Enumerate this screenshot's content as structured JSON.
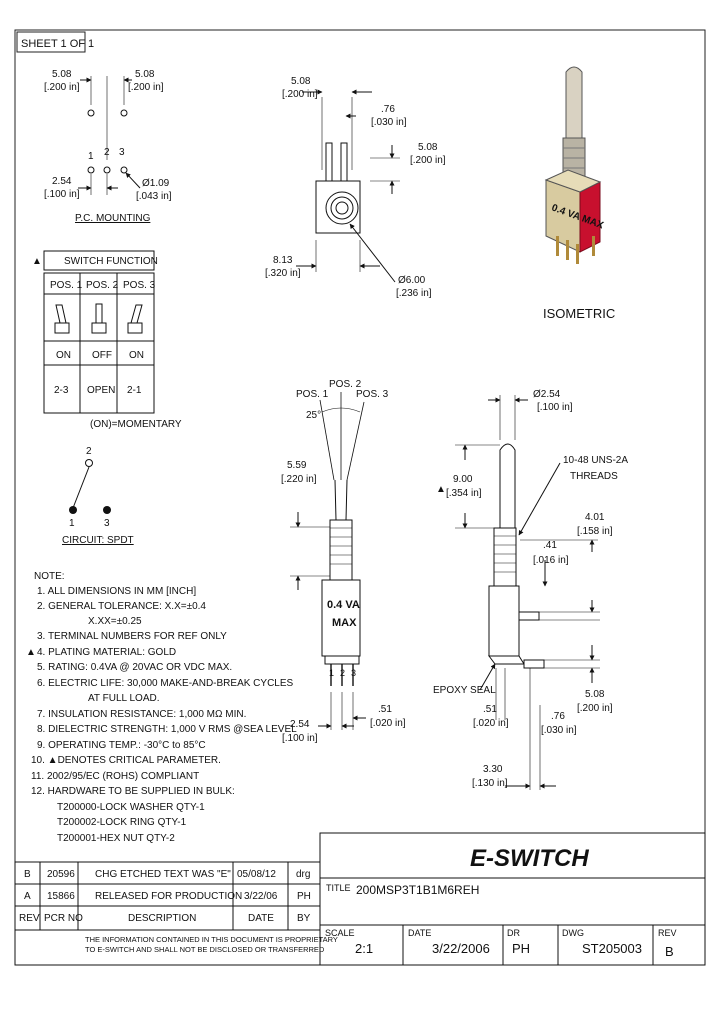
{
  "sheet": "SHEET 1 OF 1",
  "pc_mounting": {
    "dim_top_left_mm": "5.08",
    "dim_top_left_in": "[.200 in]",
    "dim_top_right_mm": "5.08",
    "dim_top_right_in": "[.200 in]",
    "pin_numbers": [
      "1",
      "2",
      "3"
    ],
    "dim_pitch_mm": "2.54",
    "dim_pitch_in": "[.100 in]",
    "dim_hole_mm": "Ø1.09",
    "dim_hole_in": "[.043 in]",
    "label": "P.C. MOUNTING"
  },
  "front_view": {
    "dim_width_mm": "5.08",
    "dim_width_in": "[.200 in]",
    "dim_pin_mm": ".76",
    "dim_pin_in": "[.030 in]",
    "dim_right_mm": "5.08",
    "dim_right_in": "[.200 in]",
    "dim_body_mm": "8.13",
    "dim_body_in": "[.320 in]",
    "dim_bushing_mm": "Ø6.00",
    "dim_bushing_in": "[.236 in]"
  },
  "isometric": {
    "label": "ISOMETRIC",
    "body_text": "0.4 VA MAX"
  },
  "switch_function": {
    "title": "SWITCH FUNCTION",
    "positions": [
      "POS. 1",
      "POS. 2",
      "POS. 3"
    ],
    "states": [
      "ON",
      "OFF",
      "ON"
    ],
    "connections": [
      "2-3",
      "OPEN",
      "2-1"
    ],
    "momentary_note": "(ON)=MOMENTARY"
  },
  "circuit": {
    "pins": [
      "2",
      "1",
      "3"
    ],
    "label": "CIRCUIT: SPDT"
  },
  "side_view": {
    "pos_labels": [
      "POS. 1",
      "POS. 2",
      "POS. 3"
    ],
    "angle": "25°",
    "dim_height_mm": "5.59",
    "dim_height_in": "[.220 in]",
    "label_line1": "0.4 VA",
    "label_line2": "MAX",
    "pins": [
      "1",
      "2",
      "3"
    ],
    "dim_pitch_mm": "2.54",
    "dim_pitch_in": "[.100 in]",
    "dim_pin_mm": ".51",
    "dim_pin_in": "[.020 in]"
  },
  "profile_view": {
    "dim_dia_mm": "Ø2.54",
    "dim_dia_in": "[.100 in]",
    "dim_handle_mm": "9.00",
    "dim_handle_in": "[.354 in]",
    "threads_line1": "10-48 UNS-2A",
    "threads_line2": "THREADS",
    "dim_thread_mm": "4.01",
    "dim_thread_in": "[.158 in]",
    "dim_gap_mm": ".41",
    "dim_gap_in": "[.016 in]",
    "epoxy": "EPOXY SEAL",
    "dim_pin_mm": ".51",
    "dim_pin_in": "[.020 in]",
    "dim_pin2_mm": ".76",
    "dim_pin2_in": "[.030 in]",
    "dim_lead_mm": "5.08",
    "dim_lead_in": "[.200 in]",
    "dim_len_mm": "3.30",
    "dim_len_in": "[.130 in]"
  },
  "notes": {
    "title": "NOTE:",
    "lines": [
      "1. ALL DIMENSIONS IN MM [INCH]",
      "2. GENERAL TOLERANCE: X.X=±0.4",
      "X.XX=±0.25",
      "3. TERMINAL NUMBERS FOR REF ONLY",
      "4. PLATING MATERIAL: GOLD",
      "5. RATING: 0.4VA @ 20VAC OR VDC MAX.",
      "6. ELECTRIC LIFE: 30,000 MAKE-AND-BREAK CYCLES",
      "AT FULL LOAD.",
      "7. INSULATION RESISTANCE: 1,000 MΩ MIN.",
      "8. DIELECTRIC STRENGTH: 1,000 V RMS @SEA LEVEL",
      "9. OPERATING TEMP.: -30°C to 85°C",
      "10. ▲DENOTES CRITICAL PARAMETER.",
      "11. 2002/95/EC (ROHS) COMPLIANT",
      "12. HARDWARE TO BE SUPPLIED IN BULK:",
      "T200000-LOCK WASHER   QTY-1",
      "T200002-LOCK RING        QTY-1",
      "T200001-HEX NUT           QTY-2"
    ]
  },
  "revisions": {
    "rows": [
      {
        "rev": "B",
        "pcr": "20596",
        "desc": "CHG ETCHED TEXT WAS \"E\"",
        "date": "05/08/12",
        "by": "drg"
      },
      {
        "rev": "A",
        "pcr": "15866",
        "desc": "RELEASED FOR PRODUCTION",
        "date": "3/22/06",
        "by": "PH"
      }
    ],
    "headers": {
      "rev": "REV",
      "pcr": "PCR NO",
      "desc": "DESCRIPTION",
      "date": "DATE",
      "by": "BY"
    },
    "confidential_line1": "THE INFORMATION CONTAINED IN THIS DOCUMENT IS PROPRIETARY",
    "confidential_line2": "TO E-SWITCH AND SHALL NOT BE DISCLOSED OR TRANSFERRED"
  },
  "title_block": {
    "logo": "E-SWITCH",
    "title_label": "TITLE",
    "title_value": "200MSP3T1B1M6REH",
    "scale_label": "SCALE",
    "scale_value": "2:1",
    "date_label": "DATE",
    "date_value": "3/22/2006",
    "dr_label": "DR",
    "dr_value": "PH",
    "dwg_label": "DWG",
    "dwg_value": "ST205003",
    "rev_label": "REV",
    "rev_value": "B"
  },
  "colors": {
    "accent_red": "#c8102e",
    "body_tan": "#d8cba0",
    "line": "#111111"
  }
}
